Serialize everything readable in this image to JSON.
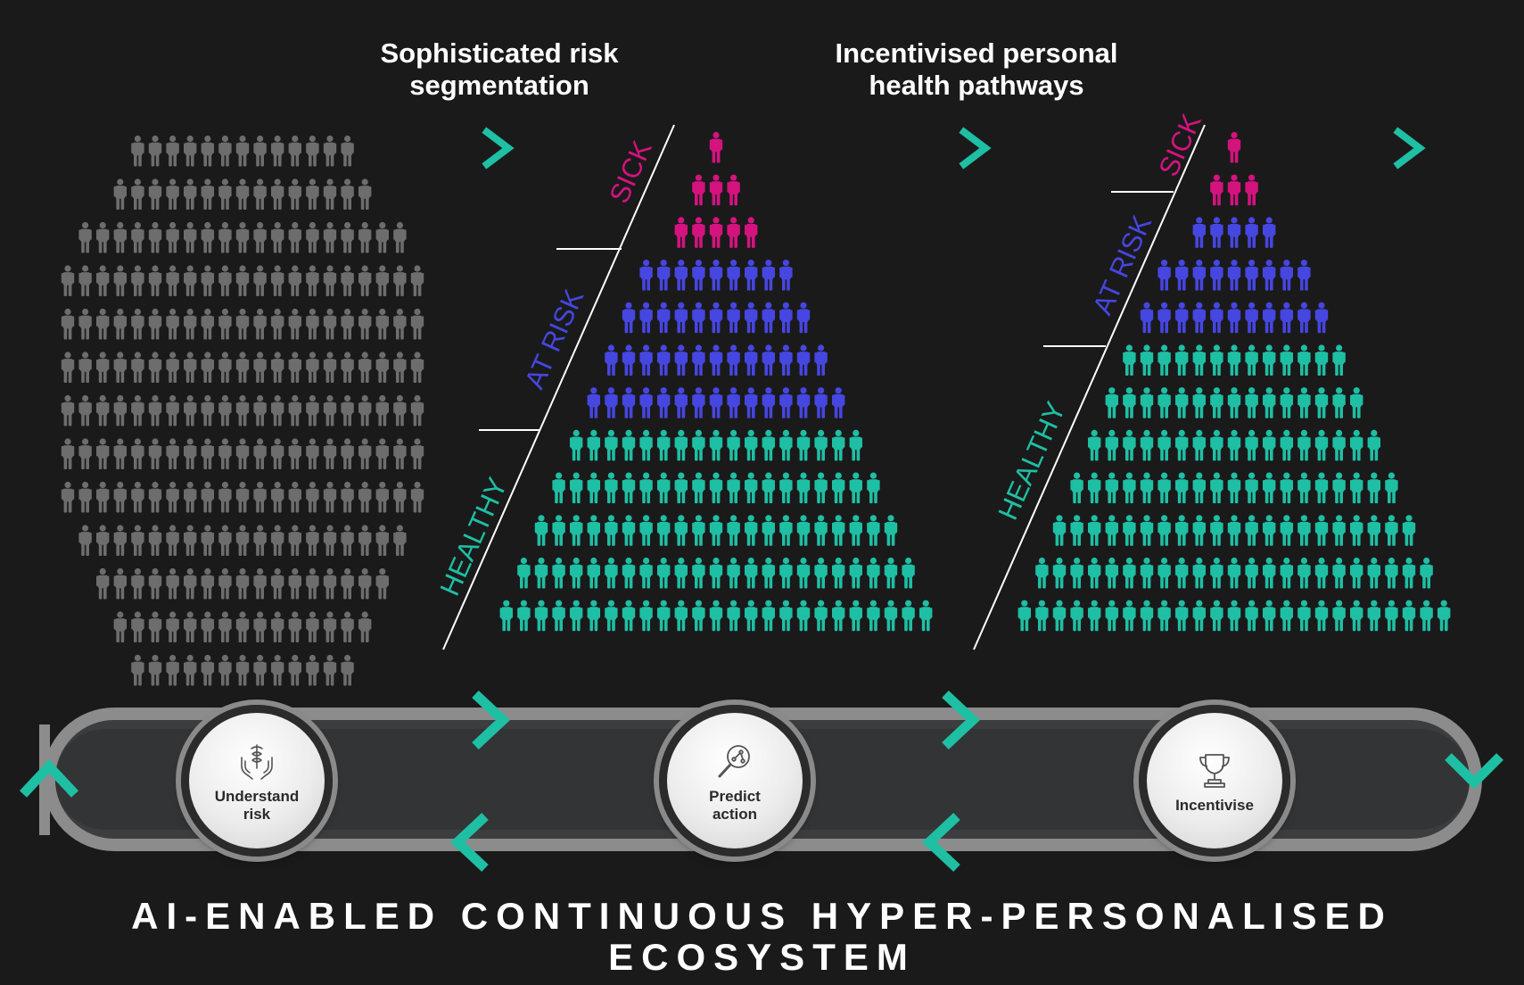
{
  "headings": {
    "segmentation": "Sophisticated risk\nsegmentation",
    "pathways": "Incentivised personal\nhealth pathways"
  },
  "segments": {
    "sick": "SICK",
    "at_risk": "AT RISK",
    "healthy": "HEALTHY"
  },
  "cycle_nodes": [
    {
      "label": "Understand\nrisk",
      "icon": "hands-caduceus-icon"
    },
    {
      "label": "Predict\naction",
      "icon": "magnifier-network-icon"
    },
    {
      "label": "Incentivise",
      "icon": "trophy-icon"
    }
  ],
  "bottom_title": "AI-ENABLED CONTINUOUS HYPER-PERSONALISED\nECOSYSTEM",
  "colors": {
    "background": "#1a1a1b",
    "neutral": "#6d6d6d",
    "sick": "#d4137e",
    "at_risk": "#4646e0",
    "healthy": "#1fbfa4",
    "accent": "#1fbfa4"
  },
  "groups": {
    "population_row_counts": [
      13,
      15,
      19,
      21,
      21,
      21,
      21,
      21,
      21,
      19,
      17,
      15,
      13
    ],
    "segmented_pyramid": {
      "rows": [
        {
          "count": 1,
          "segment": "sick"
        },
        {
          "count": 3,
          "segment": "sick"
        },
        {
          "count": 5,
          "segment": "sick"
        },
        {
          "count": 9,
          "segment": "at_risk"
        },
        {
          "count": 11,
          "segment": "at_risk"
        },
        {
          "count": 13,
          "segment": "at_risk"
        },
        {
          "count": 15,
          "segment": "at_risk"
        },
        {
          "count": 17,
          "segment": "healthy"
        },
        {
          "count": 19,
          "segment": "healthy"
        },
        {
          "count": 21,
          "segment": "healthy"
        },
        {
          "count": 23,
          "segment": "healthy"
        },
        {
          "count": 25,
          "segment": "healthy"
        }
      ]
    },
    "improved_pyramid": {
      "rows": [
        {
          "count": 1,
          "segment": "sick"
        },
        {
          "count": 3,
          "segment": "sick"
        },
        {
          "count": 5,
          "segment": "at_risk"
        },
        {
          "count": 9,
          "segment": "at_risk"
        },
        {
          "count": 11,
          "segment": "at_risk"
        },
        {
          "count": 13,
          "segment": "healthy"
        },
        {
          "count": 15,
          "segment": "healthy"
        },
        {
          "count": 17,
          "segment": "healthy"
        },
        {
          "count": 19,
          "segment": "healthy"
        },
        {
          "count": 21,
          "segment": "healthy"
        },
        {
          "count": 23,
          "segment": "healthy"
        },
        {
          "count": 25,
          "segment": "healthy"
        }
      ]
    }
  }
}
